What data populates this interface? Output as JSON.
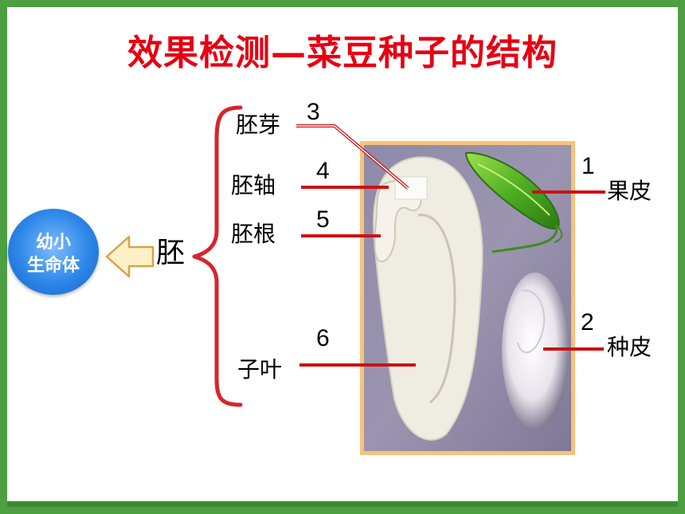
{
  "title": "效果检测—菜豆种子的结构",
  "embryo": {
    "label": "胚",
    "circle_line1": "幼小",
    "circle_line2": "生命体"
  },
  "parts": [
    {
      "label": "胚芽",
      "number": "3"
    },
    {
      "label": "胚轴",
      "number": "4"
    },
    {
      "label": "胚根",
      "number": "5"
    },
    {
      "label": "子叶",
      "number": "6"
    },
    {
      "label": "果皮",
      "number": "1"
    },
    {
      "label": "种皮",
      "number": "2"
    }
  ],
  "colors": {
    "title": "#e60012",
    "frame": "#5cae4d",
    "leader": "#cc1111",
    "photo_bg": "#8e88a6"
  }
}
